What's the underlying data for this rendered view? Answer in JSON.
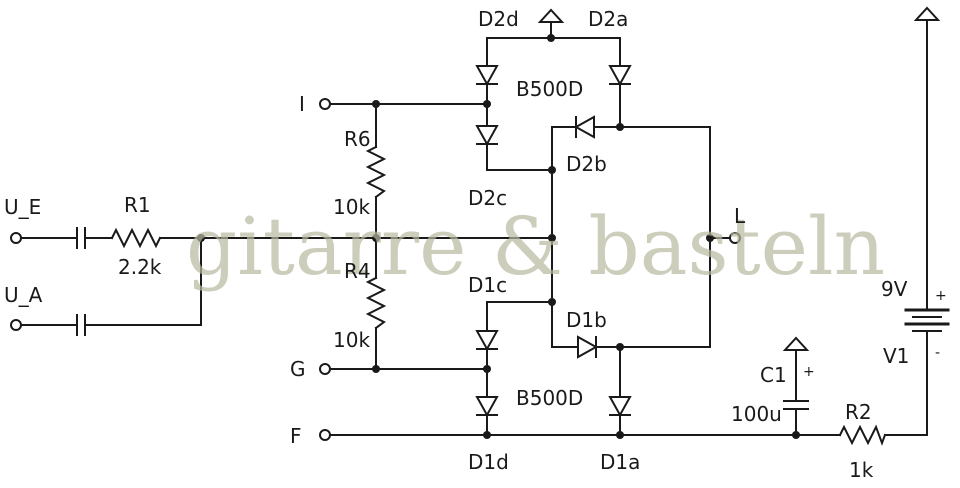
{
  "watermark": "gitarre & basteln",
  "terminals": {
    "u_e": "U_E",
    "u_a": "U_A",
    "i": "I",
    "g": "G",
    "f": "F",
    "l": "L"
  },
  "components": {
    "r1": {
      "ref": "R1",
      "value": "2.2k"
    },
    "r6": {
      "ref": "R6",
      "value": "10k"
    },
    "r4": {
      "ref": "R4",
      "value": "10k"
    },
    "r2": {
      "ref": "R2",
      "value": "1k"
    },
    "c1": {
      "ref": "C1",
      "value": "100u",
      "polarity": "+"
    },
    "v1": {
      "ref": "V1",
      "value": "9V",
      "plus": "+",
      "minus": "-"
    },
    "bridge_top": "B500D",
    "bridge_bottom": "B500D"
  },
  "diodes": {
    "d2d": "D2d",
    "d2a": "D2a",
    "d2b": "D2b",
    "d2c": "D2c",
    "d1c": "D1c",
    "d1b": "D1b",
    "d1d": "D1d",
    "d1a": "D1a"
  }
}
